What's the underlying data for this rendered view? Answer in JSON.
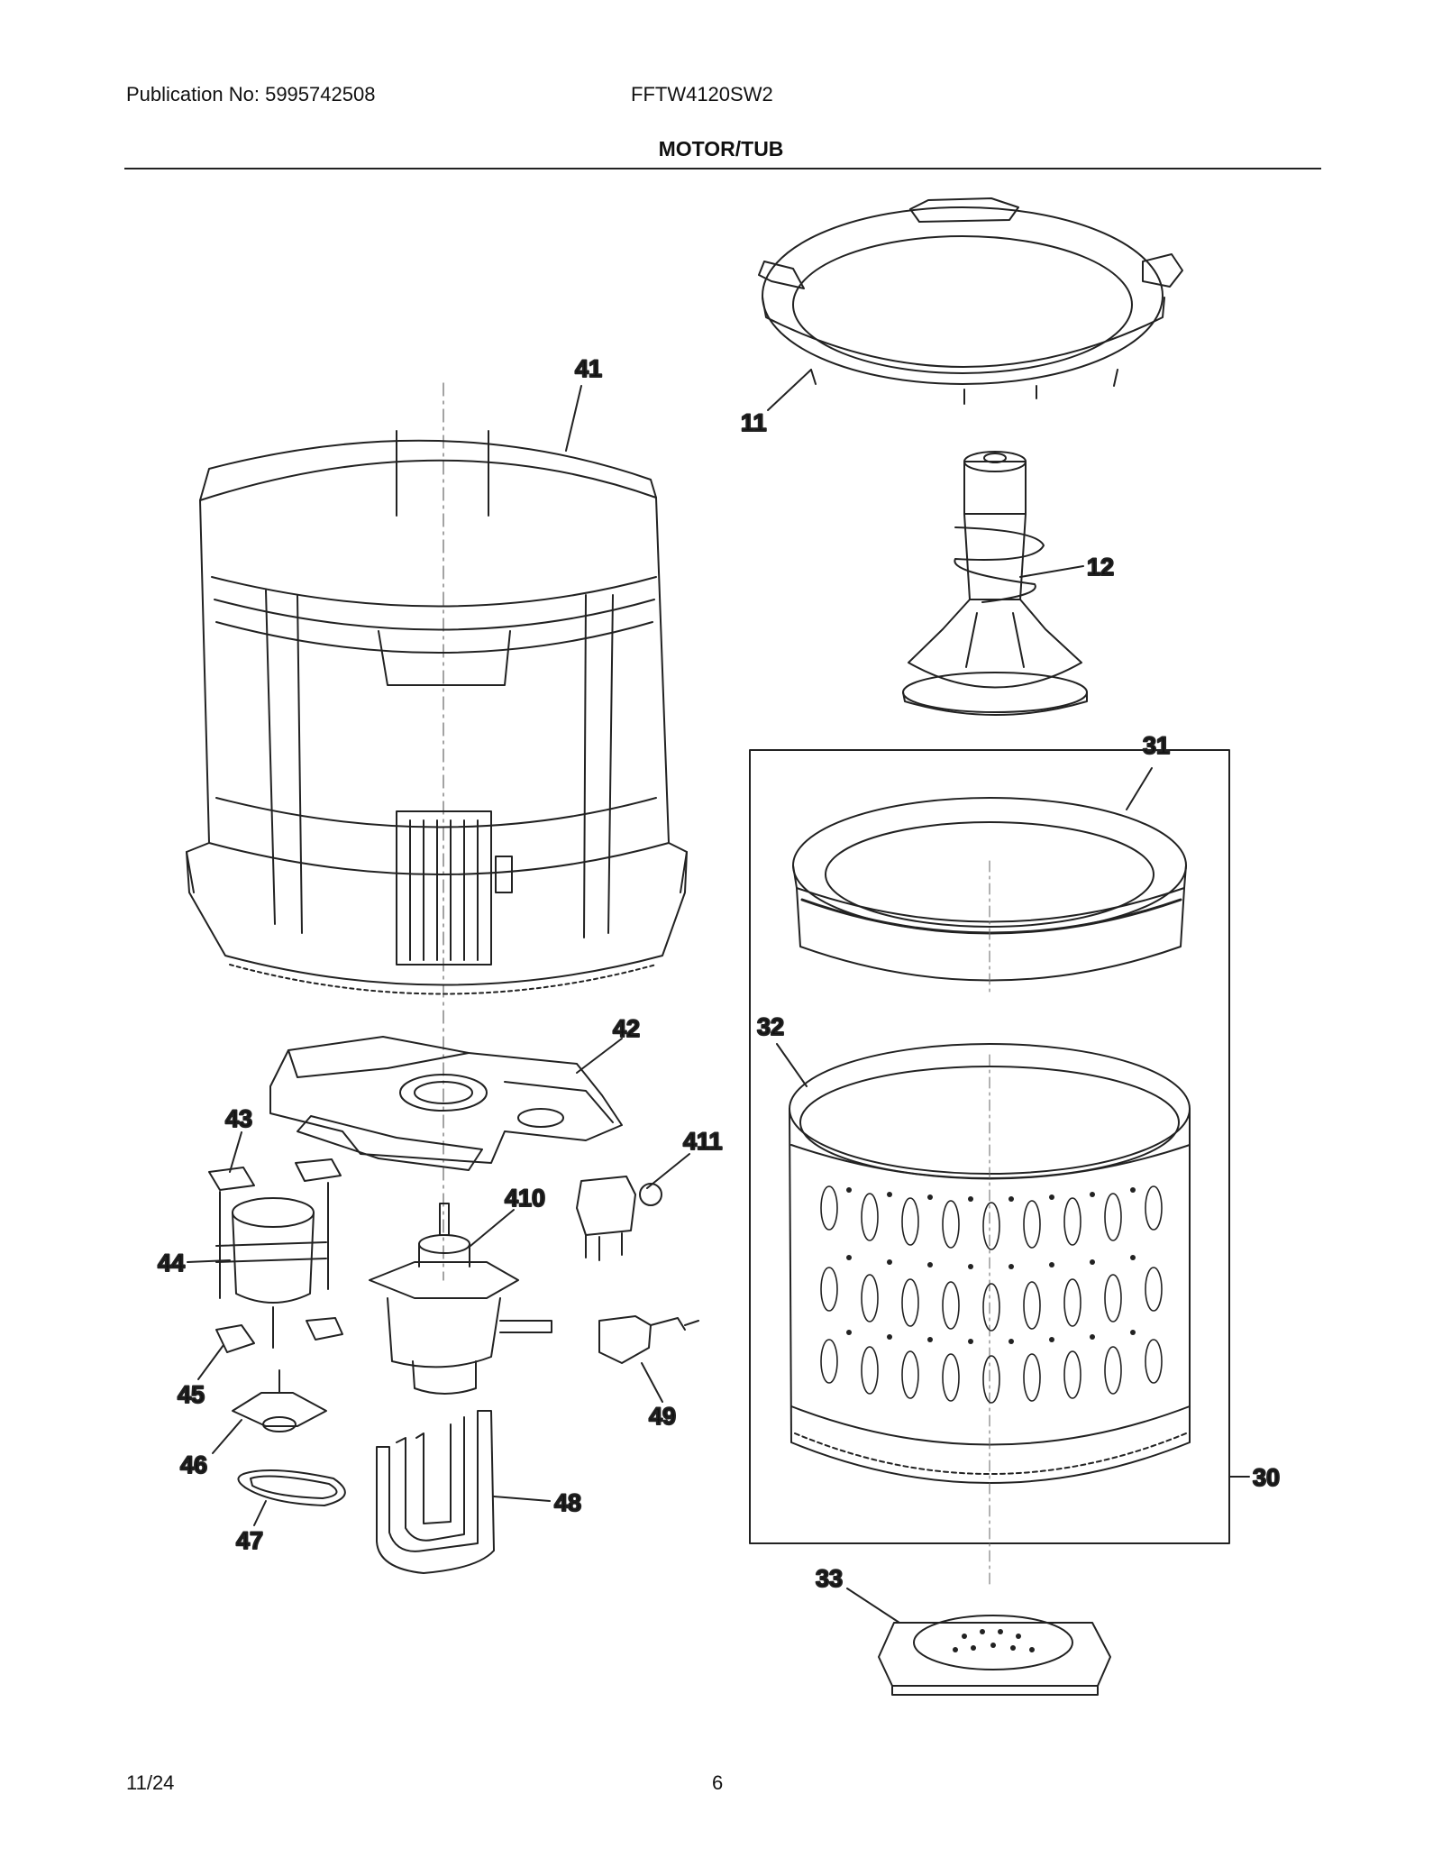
{
  "header": {
    "publication": "Publication No: 5995742508",
    "model": "FFTW4120SW2",
    "title": "MOTOR/TUB"
  },
  "footer": {
    "date": "11/24",
    "page": "6"
  },
  "callouts": {
    "c11": "11",
    "c12": "12",
    "c30": "30",
    "c31": "31",
    "c32": "32",
    "c33": "33",
    "c41": "41",
    "c42": "42",
    "c43": "43",
    "c44": "44",
    "c45": "45",
    "c46": "46",
    "c47": "47",
    "c48": "48",
    "c49": "49",
    "c410": "410",
    "c411": "411"
  }
}
